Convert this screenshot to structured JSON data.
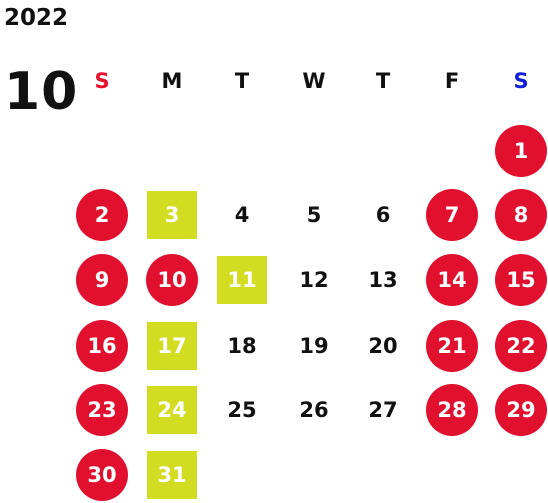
{
  "calendar": {
    "year": "2022",
    "month": "10",
    "weekdays": [
      {
        "label": "S",
        "color": "#e8102c"
      },
      {
        "label": "M",
        "color": "#111111"
      },
      {
        "label": "T",
        "color": "#111111"
      },
      {
        "label": "W",
        "color": "#111111"
      },
      {
        "label": "T",
        "color": "#111111"
      },
      {
        "label": "F",
        "color": "#111111"
      },
      {
        "label": "S",
        "color": "#1020d8"
      }
    ],
    "first_weekday_index": 6,
    "days_in_month": 31,
    "colors": {
      "holiday_circle": "#e0102e",
      "highlight_square": "#d2dc21",
      "text_default": "#111111"
    },
    "days": [
      {
        "n": "1",
        "style": "circle"
      },
      {
        "n": "2",
        "style": "circle"
      },
      {
        "n": "3",
        "style": "square"
      },
      {
        "n": "4",
        "style": "plain"
      },
      {
        "n": "5",
        "style": "plain"
      },
      {
        "n": "6",
        "style": "plain"
      },
      {
        "n": "7",
        "style": "circle"
      },
      {
        "n": "8",
        "style": "circle"
      },
      {
        "n": "9",
        "style": "circle"
      },
      {
        "n": "10",
        "style": "circle"
      },
      {
        "n": "11",
        "style": "square"
      },
      {
        "n": "12",
        "style": "plain"
      },
      {
        "n": "13",
        "style": "plain"
      },
      {
        "n": "14",
        "style": "circle"
      },
      {
        "n": "15",
        "style": "circle"
      },
      {
        "n": "16",
        "style": "circle"
      },
      {
        "n": "17",
        "style": "square"
      },
      {
        "n": "18",
        "style": "plain"
      },
      {
        "n": "19",
        "style": "plain"
      },
      {
        "n": "20",
        "style": "plain"
      },
      {
        "n": "21",
        "style": "circle"
      },
      {
        "n": "22",
        "style": "circle"
      },
      {
        "n": "23",
        "style": "circle"
      },
      {
        "n": "24",
        "style": "square"
      },
      {
        "n": "25",
        "style": "plain"
      },
      {
        "n": "26",
        "style": "plain"
      },
      {
        "n": "27",
        "style": "plain"
      },
      {
        "n": "28",
        "style": "circle"
      },
      {
        "n": "29",
        "style": "circle"
      },
      {
        "n": "30",
        "style": "circle"
      },
      {
        "n": "31",
        "style": "square"
      }
    ]
  }
}
